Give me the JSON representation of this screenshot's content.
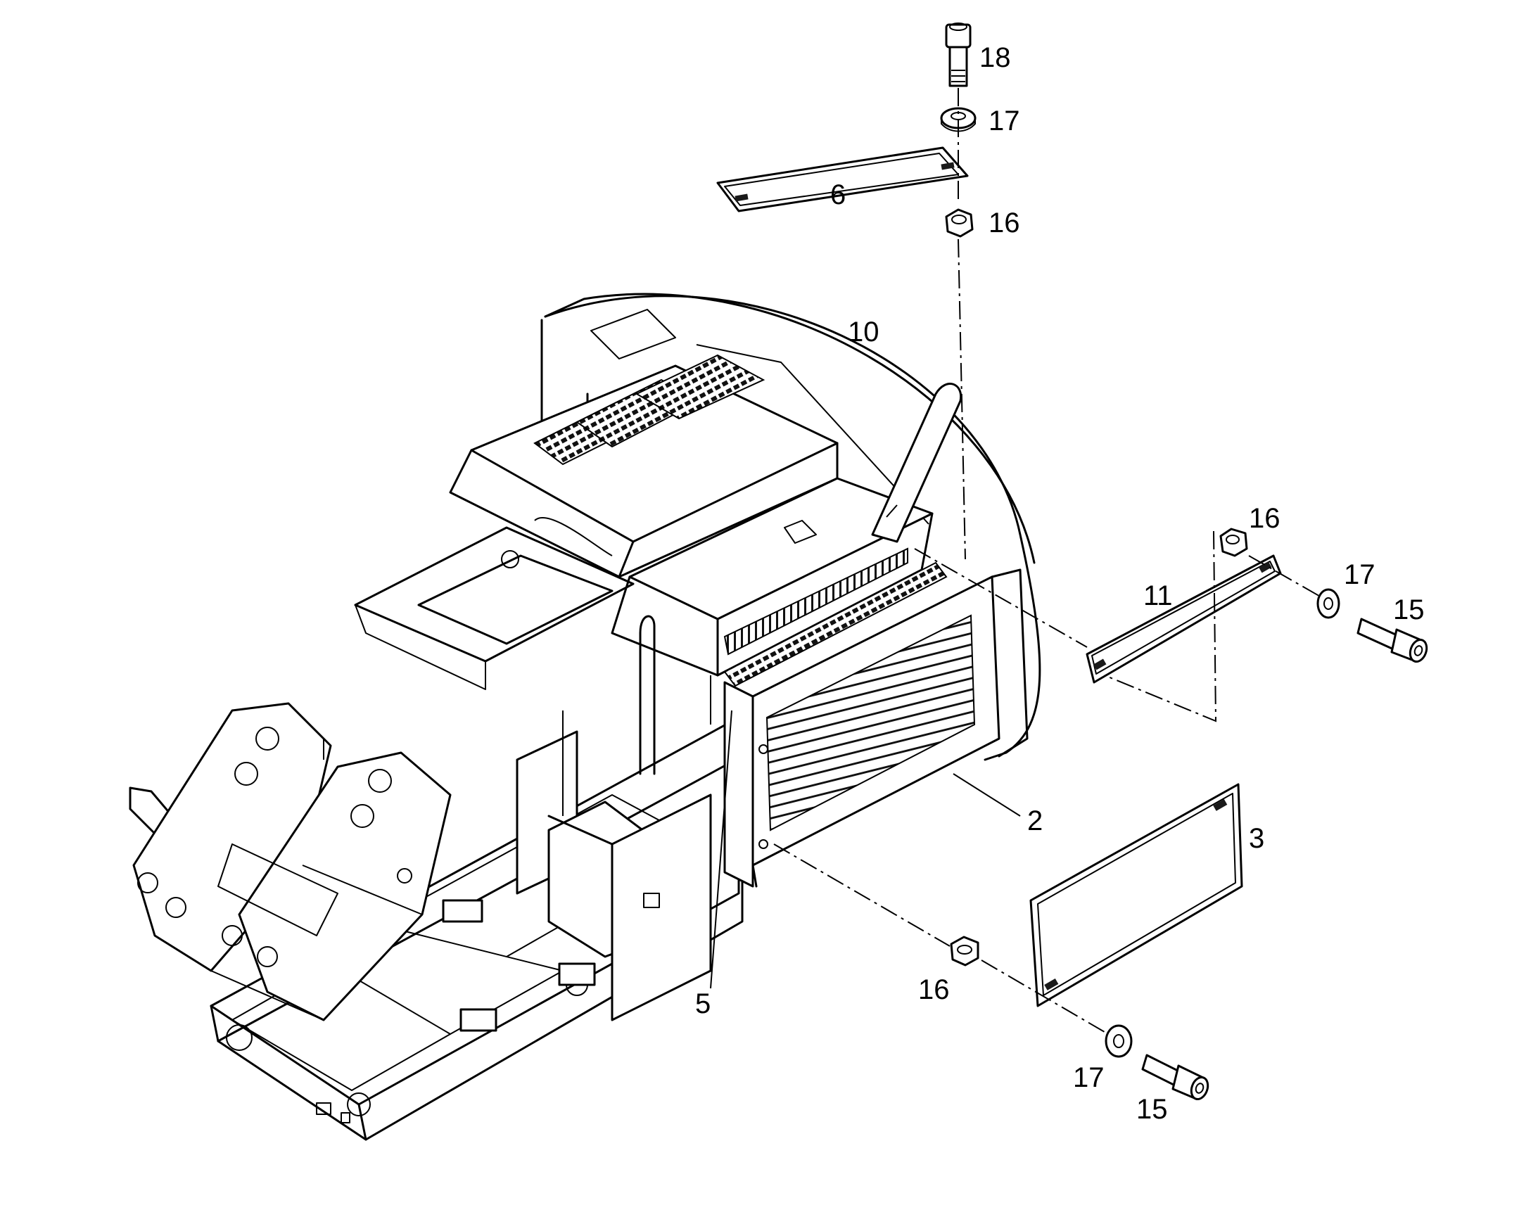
{
  "callouts": [
    {
      "id": "c18",
      "label": "18"
    },
    {
      "id": "c17a",
      "label": "17"
    },
    {
      "id": "c16a",
      "label": "16"
    },
    {
      "id": "c6",
      "label": "6"
    },
    {
      "id": "c10",
      "label": "10"
    },
    {
      "id": "c16b",
      "label": "16"
    },
    {
      "id": "c11",
      "label": "11"
    },
    {
      "id": "c17b",
      "label": "17"
    },
    {
      "id": "c15a",
      "label": "15"
    },
    {
      "id": "c2",
      "label": "2"
    },
    {
      "id": "c3",
      "label": "3"
    },
    {
      "id": "c16c",
      "label": "16"
    },
    {
      "id": "c5",
      "label": "5"
    },
    {
      "id": "c17c",
      "label": "17"
    },
    {
      "id": "c15b",
      "label": "15"
    }
  ]
}
